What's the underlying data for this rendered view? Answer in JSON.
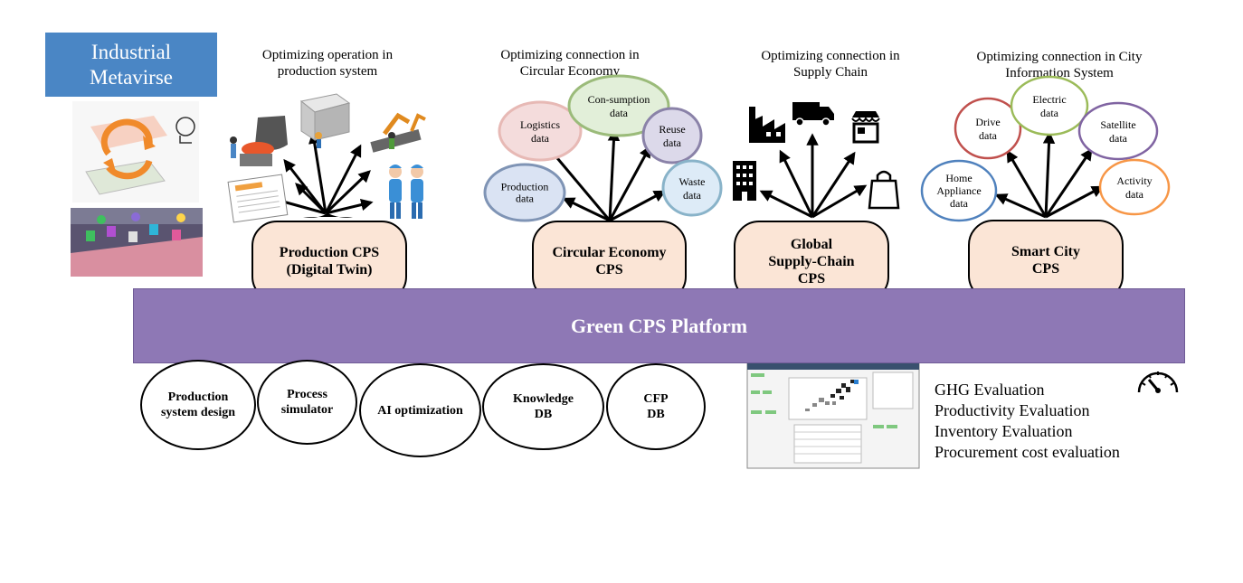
{
  "title_box": {
    "line1": "Industrial",
    "line2": "Metavirse"
  },
  "production": {
    "caption_line1": "Optimizing operation in",
    "caption_line2": "production system",
    "cps_line1": "Production CPS",
    "cps_line2": "(Digital Twin)"
  },
  "circular": {
    "caption_line1": "Optimizing connection in",
    "caption_line2": "Circular Economy",
    "cps_line1": "Circular Economy",
    "cps_line2": "CPS",
    "bubbles": [
      {
        "lines": [
          "Logistics",
          "data"
        ],
        "color": "#e7b9b5",
        "fill": "#f4dcdc"
      },
      {
        "lines": [
          "Con-sumption",
          "data"
        ],
        "color": "#9bbb7a",
        "fill": "#e2efd9"
      },
      {
        "lines": [
          "Reuse",
          "data"
        ],
        "color": "#8a82a8",
        "fill": "#dcd9ea"
      },
      {
        "lines": [
          "Production",
          "data"
        ],
        "color": "#7f94b5",
        "fill": "#dae3f3"
      },
      {
        "lines": [
          "Waste",
          "data"
        ],
        "color": "#89b3c9",
        "fill": "#ddebf7"
      }
    ]
  },
  "supply": {
    "caption_line1": "Optimizing connection in",
    "caption_line2": "Supply Chain",
    "cps_line1": "Global",
    "cps_line2": "Supply-Chain",
    "cps_line3": "CPS",
    "icons": [
      "factory-icon",
      "truck-icon",
      "store-icon",
      "building-icon",
      "shopping-bag-icon"
    ]
  },
  "city": {
    "caption_line1": "Optimizing connection in City",
    "caption_line2": "Information System",
    "cps_line1": "Smart City",
    "cps_line2": "CPS",
    "bubbles": [
      {
        "lines": [
          "Drive",
          "data"
        ],
        "color": "#c0504d"
      },
      {
        "lines": [
          "Electric",
          "data"
        ],
        "color": "#9bbb59"
      },
      {
        "lines": [
          "Satellite",
          "data"
        ],
        "color": "#8064a2"
      },
      {
        "lines": [
          "Home",
          "Appliance",
          "data"
        ],
        "color": "#4f81bd"
      },
      {
        "lines": [
          "Activity",
          "data"
        ],
        "color": "#f79646"
      }
    ]
  },
  "platform": {
    "label": "Green CPS Platform"
  },
  "tools": [
    {
      "line1": "Production",
      "line2": "system design"
    },
    {
      "line1": "Process",
      "line2": "simulator"
    },
    {
      "line1": "AI optimization",
      "line2": ""
    },
    {
      "line1": "Knowledge",
      "line2": "DB"
    },
    {
      "line1": "CFP",
      "line2": "DB"
    }
  ],
  "evaluations": [
    "GHG Evaluation",
    "Productivity Evaluation",
    "Inventory Evaluation",
    "Procurement cost evaluation"
  ]
}
